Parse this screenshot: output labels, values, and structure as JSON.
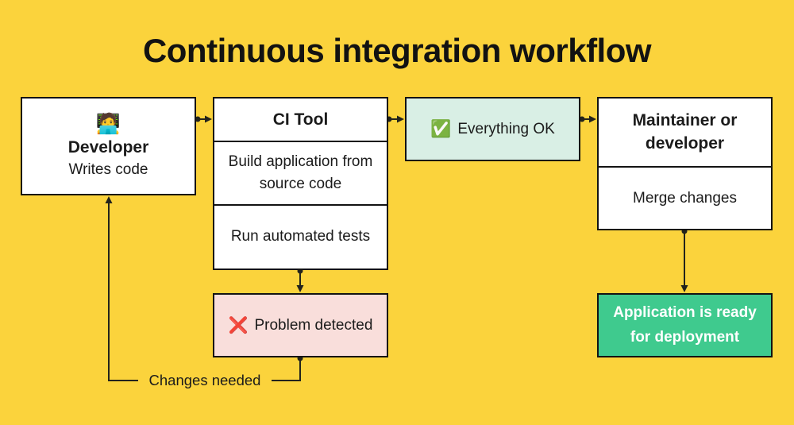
{
  "title": "Continuous integration workflow",
  "colors": {
    "background": "#FBD33C",
    "node_background": "#FFFFFF",
    "node_border": "#131313",
    "ok_background": "#D9EFE5",
    "problem_background": "#F9DEDB",
    "deploy_background": "#3FCA8E",
    "deploy_text": "#FFFFFF",
    "text": "#1B1B1B"
  },
  "nodes": {
    "developer": {
      "emoji": "🧑‍💻",
      "title": "Developer",
      "subtitle": "Writes code"
    },
    "ci_tool": {
      "title": "CI Tool",
      "steps": [
        "Build application from source code",
        "Run automated tests"
      ]
    },
    "everything_ok": {
      "emoji": "✅",
      "label": "Everything OK"
    },
    "maintainer": {
      "title": "Maintainer or developer",
      "subtitle": "Merge changes"
    },
    "problem": {
      "emoji": "❌",
      "label": "Problem detected"
    },
    "deploy": {
      "label": "Application is ready for deployment"
    }
  },
  "edges": {
    "changes_needed_label": "Changes needed"
  }
}
